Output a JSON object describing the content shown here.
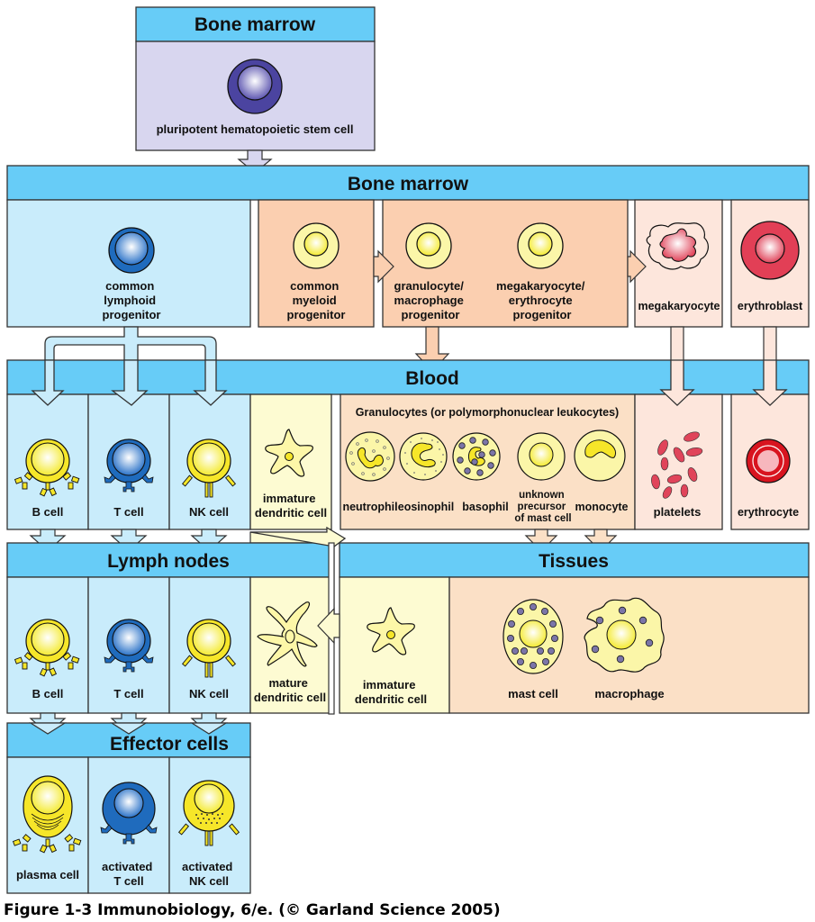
{
  "colors": {
    "header_blue": "#67ccf7",
    "lymphoid_bg": "#c9ecfb",
    "myeloid_bg": "#fbcfb0",
    "pale_peach_bg": "#fde6dc",
    "stem_bg": "#d8d6ef",
    "dendritic_bg": "#fdfbd2",
    "tissue_bg": "#fbe0c6"
  },
  "sections": {
    "stem": {
      "header": "Bone marrow",
      "cell": "pluripotent hematopoietic stem cell"
    },
    "bone_marrow": {
      "header": "Bone marrow",
      "cells": {
        "common_lymphoid": [
          "common",
          "lymphoid",
          "progenitor"
        ],
        "common_myeloid": [
          "common",
          "myeloid",
          "progenitor"
        ],
        "gm_progenitor": [
          "granulocyte/",
          "macrophage",
          "progenitor"
        ],
        "me_progenitor": [
          "megakaryocyte/",
          "erythrocyte",
          "progenitor"
        ],
        "megakaryocyte": "megakaryocyte",
        "erythroblast": "erythroblast"
      }
    },
    "blood": {
      "header": "Blood",
      "granulocytes_title": "Granulocytes (or polymorphonuclear leukocytes)",
      "cells": {
        "b_cell": "B cell",
        "t_cell": "T cell",
        "nk_cell": "NK cell",
        "immature_dc": [
          "immature",
          "dendritic cell"
        ],
        "neutrophil": "neutrophil",
        "eosinophil": "eosinophil",
        "basophil": "basophil",
        "mast_precursor": [
          "unknown",
          "precursor",
          "of mast cell"
        ],
        "monocyte": "monocyte",
        "platelets": "platelets",
        "erythrocyte": "erythrocyte"
      }
    },
    "lymph_nodes": {
      "header": "Lymph nodes",
      "cells": {
        "b_cell": "B cell",
        "t_cell": "T cell",
        "nk_cell": "NK cell",
        "mature_dc": [
          "mature",
          "dendritic cell"
        ]
      }
    },
    "tissues": {
      "header": "Tissues",
      "cells": {
        "immature_dc": [
          "immature",
          "dendritic cell"
        ],
        "mast_cell": "mast cell",
        "macrophage": "macrophage"
      }
    },
    "effector": {
      "header": "Effector cells",
      "cells": {
        "plasma_cell": "plasma cell",
        "activated_t": [
          "activated",
          "T cell"
        ],
        "activated_nk": [
          "activated",
          "NK cell"
        ]
      }
    }
  },
  "caption": "Figure 1-3  Immunobiology, 6/e. (© Garland Science 2005)"
}
